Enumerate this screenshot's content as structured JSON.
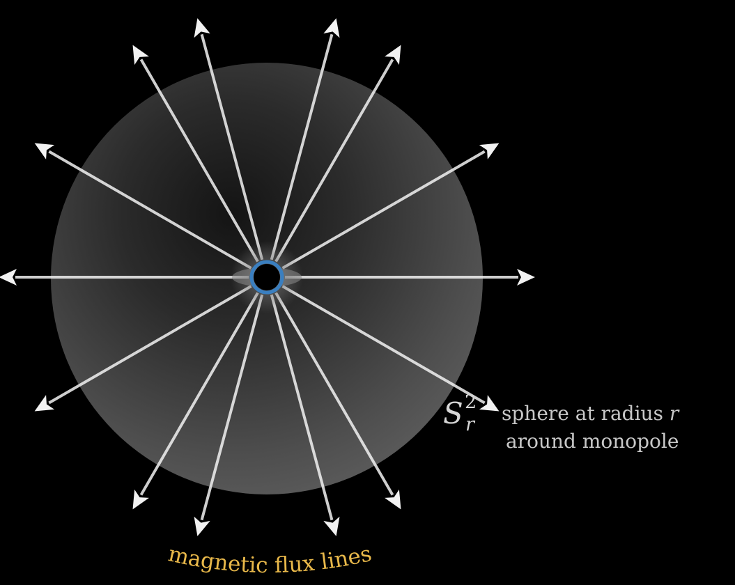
{
  "diagram": {
    "sphere_symbol": {
      "base": "S",
      "superscript": "2",
      "subscript": "r"
    },
    "sphere_caption": {
      "line1_text": "sphere at radius ",
      "line1_var": "r",
      "line2": "around monopole"
    },
    "flux_label": "magnetic flux lines",
    "flux_line_directions_deg": [
      0,
      30,
      60,
      75,
      105,
      120,
      150,
      180,
      210,
      240,
      255,
      285,
      300,
      330
    ],
    "colors": {
      "background": "#000000",
      "sphere_center": "#2a2a2a",
      "sphere_edge": "#5c5c5c",
      "flux_arrow": "#f2f2f2",
      "monopole_ring": "#3a7fc0",
      "monopole_core": "#000000",
      "caption": "#c8c8c8",
      "flux_label": "#e8b84a"
    },
    "icons": {
      "monopole": "monopole-icon",
      "arrowhead": "arrowhead-icon"
    }
  }
}
